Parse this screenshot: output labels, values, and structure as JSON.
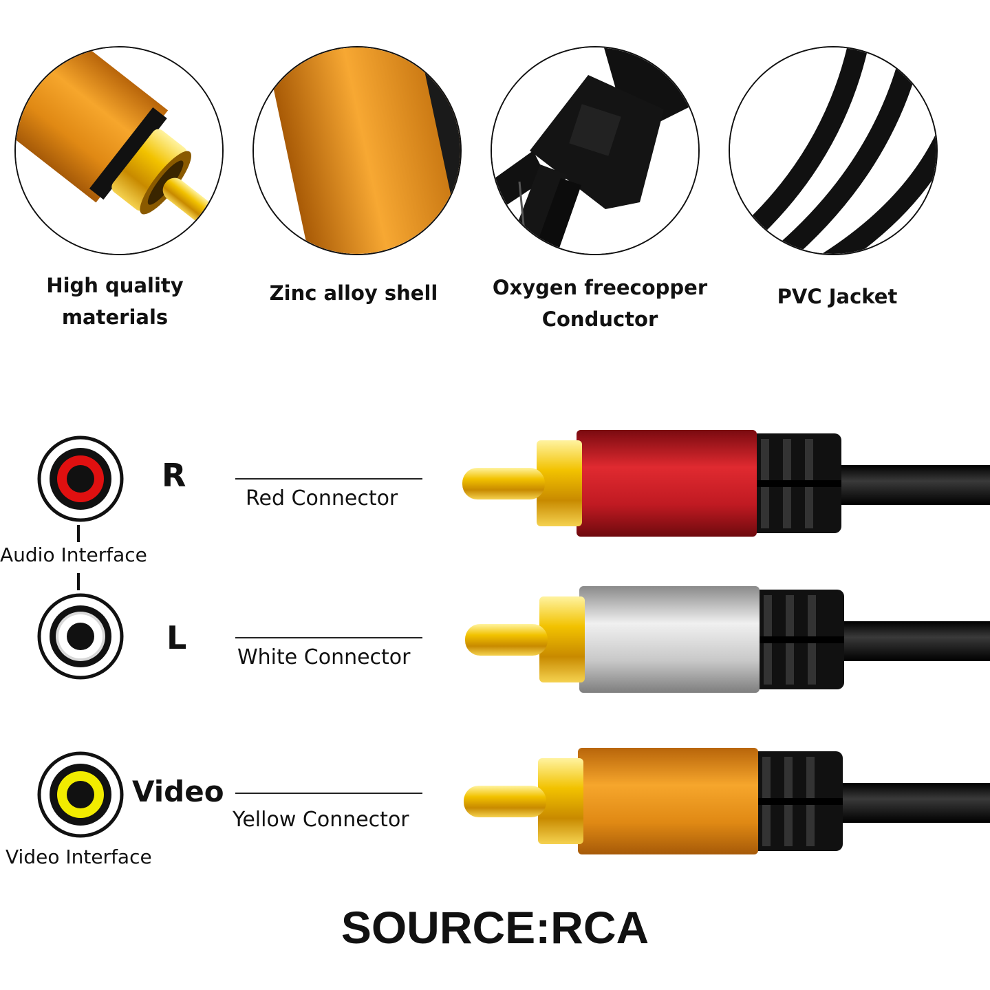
{
  "features": [
    {
      "label_line1": "High quality",
      "label_line2": "materials",
      "icon": "gold-rca-tip-icon"
    },
    {
      "label_line1": "Zinc alloy shell",
      "label_line2": "",
      "icon": "zinc-shell-icon"
    },
    {
      "label_line1": "Oxygen freecopper",
      "label_line2": "Conductor",
      "icon": "cable-splitter-icon"
    },
    {
      "label_line1": "PVC Jacket",
      "label_line2": "",
      "icon": "pvc-cable-icon"
    }
  ],
  "connectors": [
    {
      "channel": "R",
      "label": "Red Connector",
      "jack_color": "#e01010",
      "body_color": "#c8141e"
    },
    {
      "channel": "L",
      "label": "White Connector",
      "jack_color": "#ffffff",
      "body_color": "#c9c9c9"
    },
    {
      "channel": "Video",
      "label": "Yellow Connector",
      "jack_color": "#f2ec00",
      "body_color": "#e0901c"
    }
  ],
  "audio_interface_label": "Audio Interface",
  "video_interface_label": "Video Interface",
  "footer_text": "SOURCE:RCA",
  "colors": {
    "gold": "#e8b000",
    "orange": "#e8951a",
    "black": "#111111"
  }
}
